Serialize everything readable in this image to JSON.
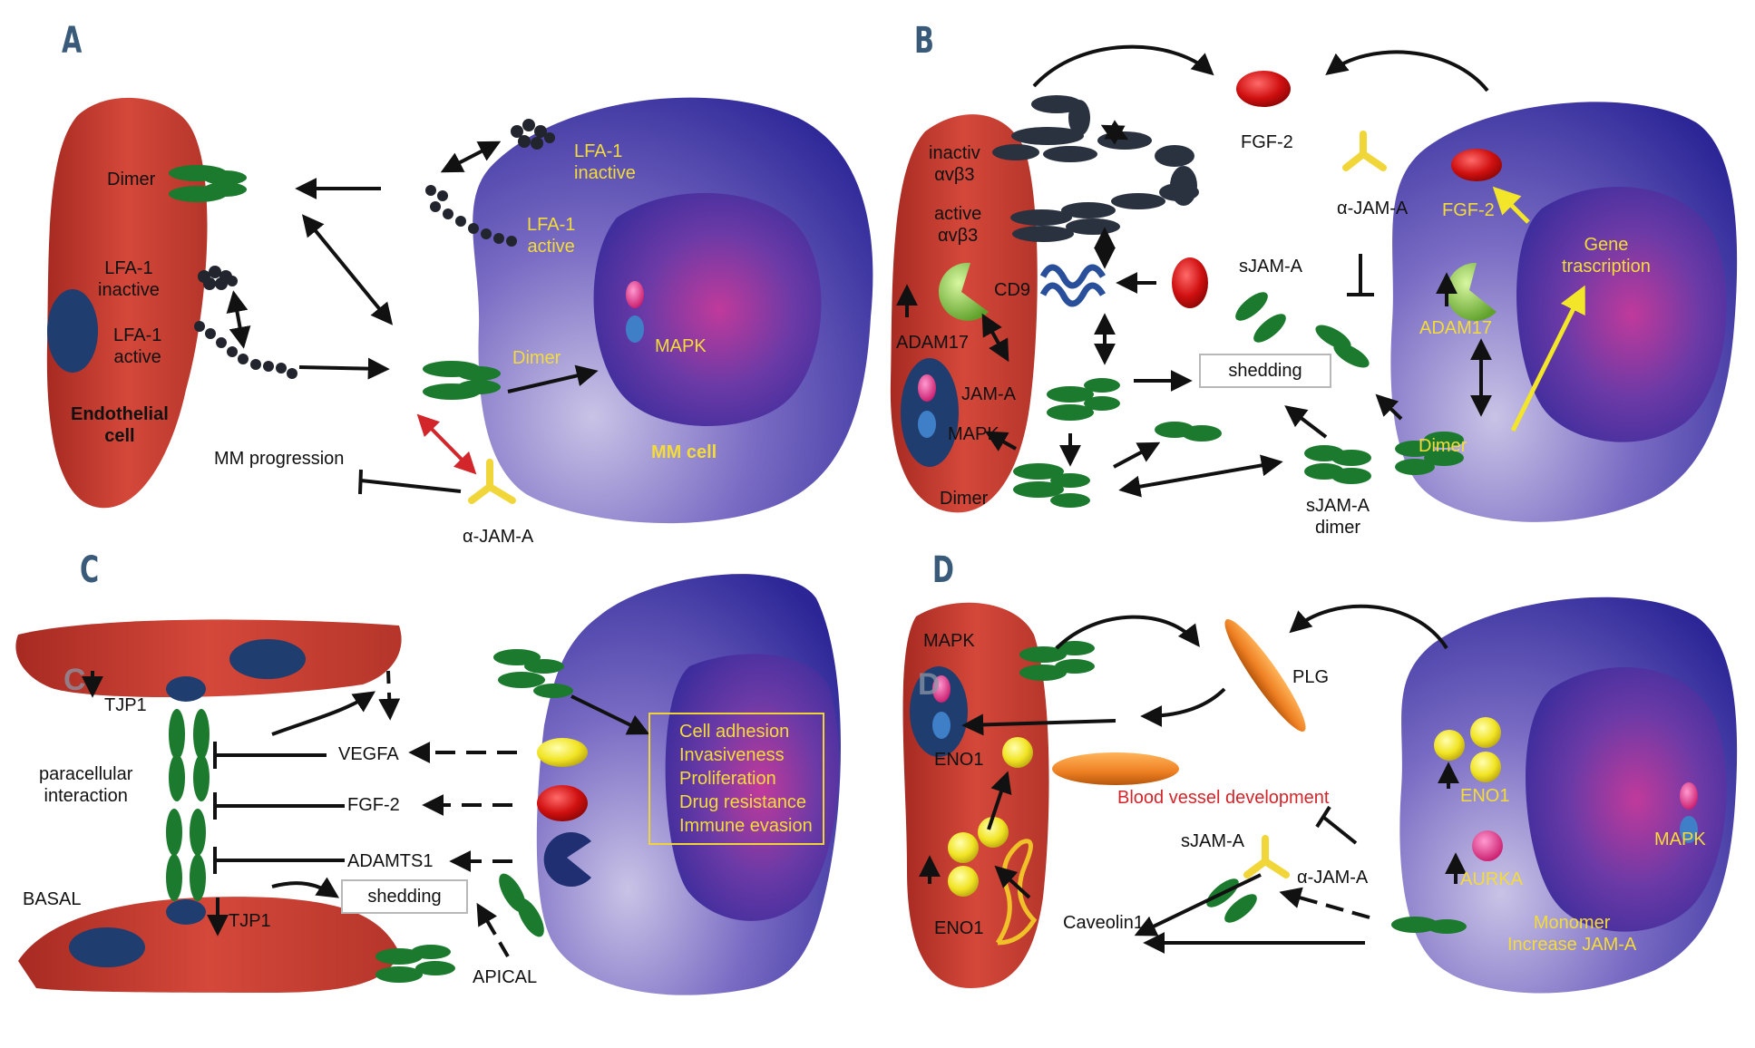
{
  "panels": {
    "a": {
      "letter": "A",
      "dimer_ec": "Dimer",
      "lfa_inactive_ec": "LFA-1\ninactive",
      "lfa_active_ec": "LFA-1\nactive",
      "endothelial_cell": "Endothelial\ncell",
      "lfa_inactive_mm": "LFA-1\ninactive",
      "lfa_active_mm": "LFA-1\nactive",
      "dimer_mm": "Dimer",
      "mapk": "MAPK",
      "mm_cell": "MM cell",
      "mm_progression": "MM progression",
      "anti_jam": "α-JAM-A"
    },
    "b": {
      "letter": "B",
      "fgf2_top": "FGF-2",
      "inactiv": "inactiv\nαvβ3",
      "active": "active\nαvβ3",
      "anti_jam": "α-JAM-A",
      "fgf2_mm": "FGF-2",
      "gene_transcription": "Gene\ntrascription",
      "sjam": "sJAM-A",
      "cd9": "CD9",
      "adam17_ec": "ADAM17",
      "adam17_mm": "ADAM17",
      "jam": "JAM-A",
      "shedding": "shedding",
      "mapk": "MAPK",
      "dimer_mm": "Dimer",
      "dimer_ec": "Dimer",
      "sjam_dimer": "sJAM-A\ndimer"
    },
    "c": {
      "letter": "C",
      "ghost_letter": "C",
      "tjp1_top": "TJP1",
      "paracellular": "paracellular\ninteraction",
      "vegfa": "VEGFA",
      "fgf2": "FGF-2",
      "adamts1": "ADAMTS1",
      "basal": "BASAL",
      "tjp1_bottom": "TJP1",
      "shedding": "shedding",
      "apical": "APICAL",
      "effects": [
        "Cell adhesion",
        "Invasiveness",
        "Proliferation",
        "Drug resistance",
        "Immune evasion"
      ]
    },
    "d": {
      "letter": "D",
      "ghost_letter": "D",
      "mapk_ec": "MAPK",
      "plg": "PLG",
      "eno1_ec_top": "ENO1",
      "eno1_ec_bottom": "ENO1",
      "eno1_mm": "ENO1",
      "blood_vessel": "Blood vessel development",
      "sjam": "sJAM-A",
      "anti_jam": "α-JAM-A",
      "caveolin": "Caveolin1",
      "aurka": "AURKA",
      "mapk_mm": "MAPK",
      "monomer": "Monomer\nIncrease JAM-A"
    }
  },
  "colors": {
    "cell_red": "#c93a2e",
    "mm_purple": "#4b3ea8",
    "nucleus_blue": "#1f3d6e",
    "jam_green": "#1b7a2d",
    "antibody_yellow": "#f1d63a",
    "fgf2_red": "#d21b1b",
    "adam17_green": "#8ac83f",
    "plg_orange": "#ee7f22",
    "eno1_yellow": "#f3e62a",
    "aurka_pink": "#e02f7c",
    "highlight_yellow": "#f3dc3a",
    "accent_red": "#d2262b"
  }
}
